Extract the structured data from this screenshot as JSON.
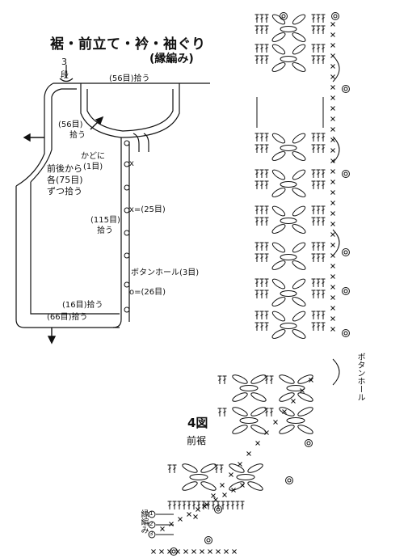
{
  "title": "裾・前立て・衿・袖ぐり",
  "subtitle": "(縁編み)",
  "labels": {
    "rows_num": "3",
    "rows_unit": "段",
    "neck_pickup": "(56目)拾う",
    "front_neck_pickup_a": "(56目)",
    "front_neck_pickup_b": "拾う",
    "corner_a": "かどに",
    "corner_b": "(1目)",
    "front_back_a": "前後から",
    "front_back_b": "各(75目)",
    "front_back_c": "ずつ拾う",
    "x_mark": "x",
    "x_count": "x=(25目)",
    "front_edge_a": "(115目)",
    "front_edge_b": "拾う",
    "buttonhole": "ボタンホール(3目)",
    "o_count": "o=(26目)",
    "hem_a": "(16目)拾う",
    "hem_b": "(66目)拾う",
    "buttonhole_vertical": "ボタンホール",
    "figure": "4図",
    "figure_sub": "前裾",
    "edging_rows_label": "縁編み",
    "row_numbers": [
      "1",
      "2",
      "3"
    ]
  }
}
